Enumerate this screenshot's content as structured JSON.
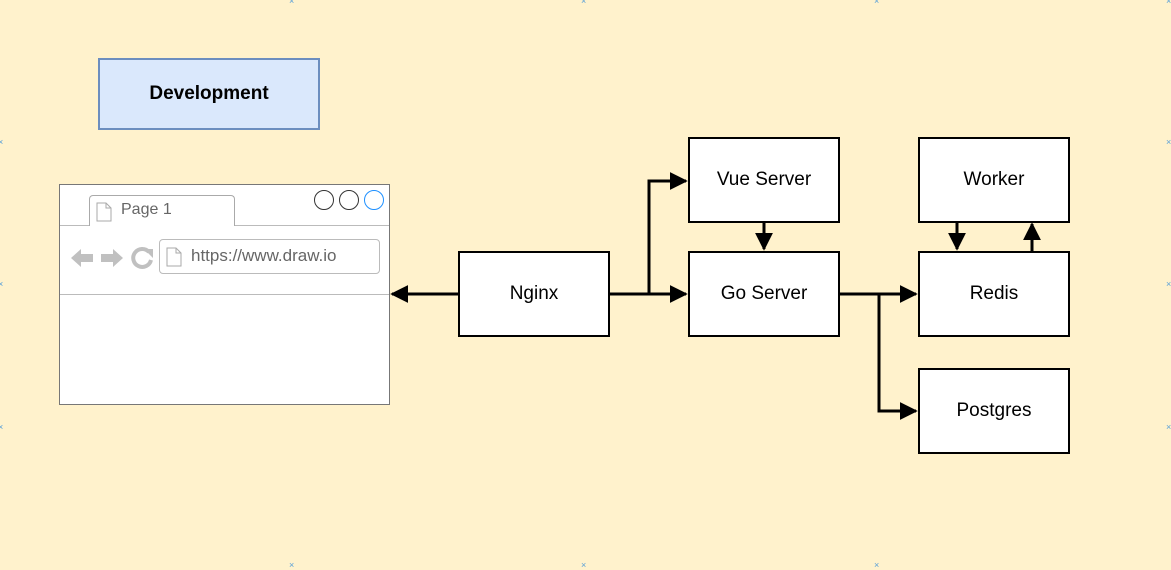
{
  "legend": {
    "label": "Development"
  },
  "browser": {
    "tab_label": "Page 1",
    "url": "https://www.draw.io",
    "icons": [
      "back-arrow-icon",
      "forward-arrow-icon",
      "reload-icon",
      "page-icon"
    ]
  },
  "nodes": {
    "nginx": "Nginx",
    "vue_server": "Vue Server",
    "go_server": "Go Server",
    "worker": "Worker",
    "redis": "Redis",
    "postgres": "Postgres"
  },
  "colors": {
    "background": "#fff2cc",
    "legend_fill": "#dae8fc",
    "legend_stroke": "#6c8ebf",
    "node_stroke": "#000000",
    "browser_stroke": "#777777",
    "browser_icon": "#c0c0c0",
    "active_window_button": "#1e90ff"
  }
}
